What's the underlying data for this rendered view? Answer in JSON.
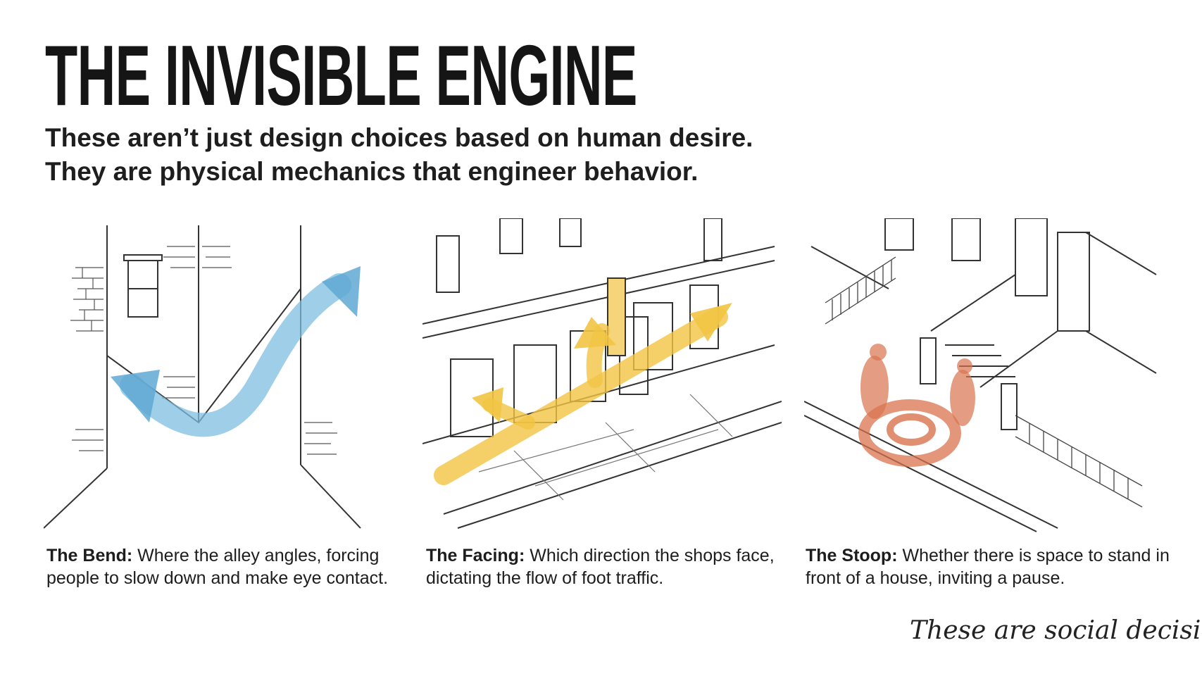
{
  "title": "THE INVISIBLE ENGINE",
  "subtitle": {
    "line1": "These aren’t just design choices based on human desire.",
    "line2": "They are physical mechanics that engineer behavior."
  },
  "panels": [
    {
      "heading": "The Bend:",
      "body": "Where the alley angles, forcing people to slow down and make eye contact.",
      "accent_color": "#5fa8d3"
    },
    {
      "heading": "The Facing:",
      "body": "Which direction the shops face, dictating the flow of foot traffic.",
      "accent_color": "#f2c443"
    },
    {
      "heading": "The Stoop:",
      "body": "Whether there is space to stand in front of a house, inviting a pause.",
      "accent_color": "#d9734e"
    }
  ],
  "tagline": "These are social decisions."
}
